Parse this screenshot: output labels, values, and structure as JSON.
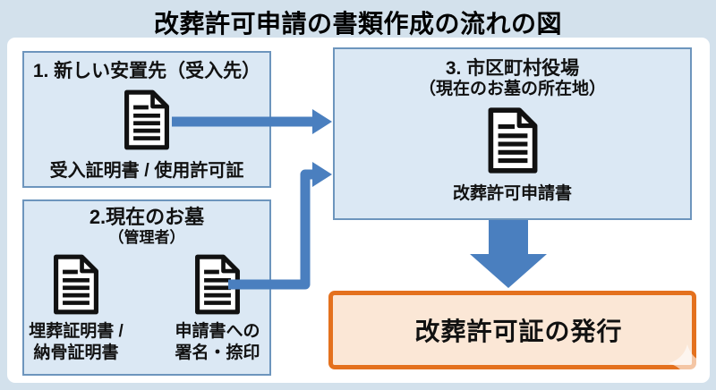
{
  "title": "改葬許可申請の書類作成の流れの図",
  "colors": {
    "page-bg": "#d3e1ec",
    "panel-bg": "#ffffff",
    "box-fill": "#dbe8f4",
    "box-border": "#6d95bd",
    "arrow-blue": "#4a7fbf",
    "result-border": "#e4711e",
    "result-fill": "#fbe7d6",
    "text": "#111111",
    "doc-icon-ink": "#111111"
  },
  "box1": {
    "heading": "1. 新しい安置先（受入先）",
    "doc_label": "受入証明書 / 使用許可証"
  },
  "box2": {
    "heading": "2.現在のお墓",
    "subheading": "（管理者）",
    "docs": [
      {
        "label_line1": "埋葬証明書 /",
        "label_line2": "納骨証明書"
      },
      {
        "label_line1": "申請書への",
        "label_line2": "署名・捺印"
      }
    ]
  },
  "box3": {
    "heading": "3. 市区町村役場",
    "subheading": "（現在のお墓の所在地）",
    "doc_label": "改葬許可申請書"
  },
  "result": {
    "label": "改葬許可証の発行"
  }
}
